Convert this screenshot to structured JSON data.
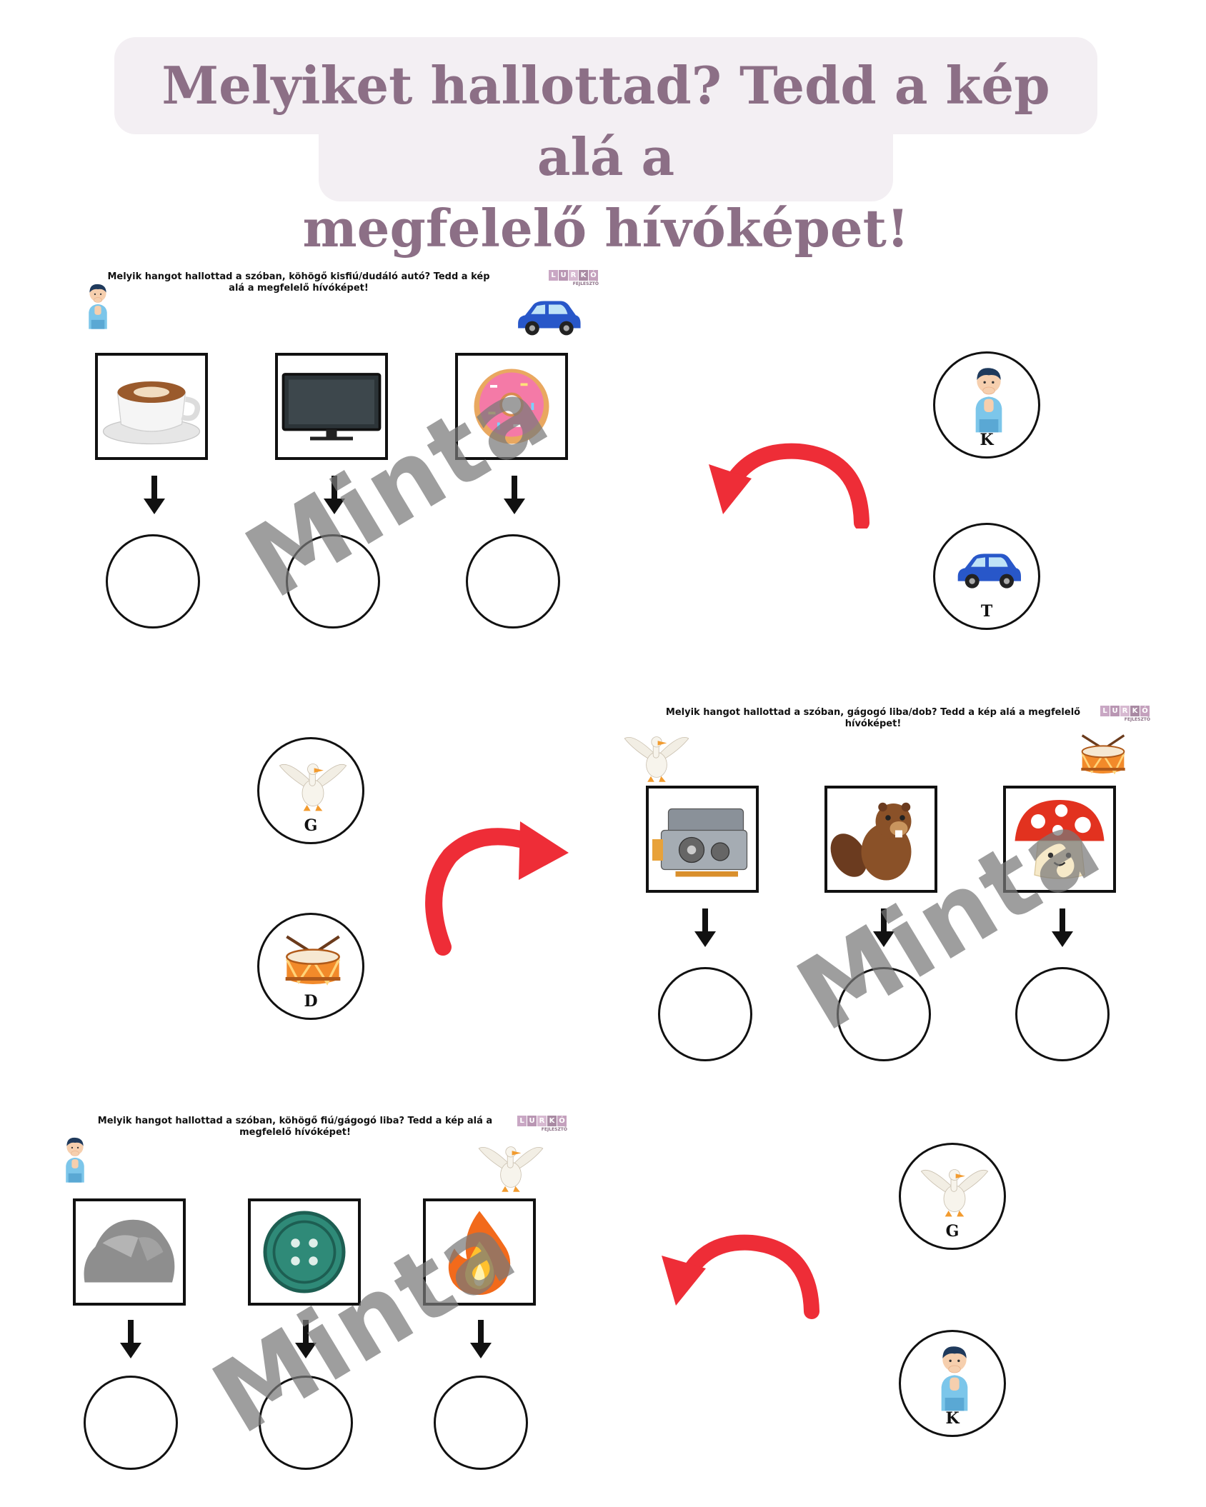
{
  "title": {
    "line1": "Melyiket hallottad? Tedd a kép alá a",
    "line2": "megfelelő hívóképet!"
  },
  "brand": {
    "letters": [
      "L",
      "U",
      "R",
      "K",
      "Ó"
    ],
    "sub": "FEJLESZTŐ"
  },
  "watermark": "Minta",
  "colors": {
    "title": "#8c6f86",
    "title_bg": "#f3eff3",
    "arrow": "#ee2d37",
    "brand": "#8c6f86"
  },
  "worksheets": [
    {
      "instruction": "Melyik hangot hallottad a szóban, köhögő kisfiú/dudáló autó? Tedd a kép alá a megfelelő hívóképet!",
      "corner_icons": [
        "coughing-boy-icon",
        "car-icon"
      ],
      "pictures": [
        "coffee-cup-icon",
        "television-icon",
        "donut-icon"
      ],
      "cues": [
        {
          "icon": "coughing-boy-icon",
          "letter": "K"
        },
        {
          "icon": "car-icon",
          "letter": "T"
        }
      ]
    },
    {
      "instruction": "Melyik hangot hallottad a szóban, gágogó liba/dob? Tedd a kép alá a megfelelő hívóképet!",
      "corner_icons": [
        "goose-icon",
        "drum-icon"
      ],
      "pictures": [
        "engine-icon",
        "beaver-icon",
        "mushroom-icon"
      ],
      "cues": [
        {
          "icon": "goose-icon",
          "letter": "G"
        },
        {
          "icon": "drum-icon",
          "letter": "D"
        }
      ]
    },
    {
      "instruction": "Melyik hangot hallottad a szóban, köhögő fiú/gágogó liba? Tedd a kép alá a megfelelő hívóképet!",
      "corner_icons": [
        "coughing-boy-icon",
        "goose-icon"
      ],
      "pictures": [
        "rock-icon",
        "button-icon",
        "fire-icon"
      ],
      "cues": [
        {
          "icon": "goose-icon",
          "letter": "G"
        },
        {
          "icon": "coughing-boy-icon",
          "letter": "K"
        }
      ]
    }
  ]
}
